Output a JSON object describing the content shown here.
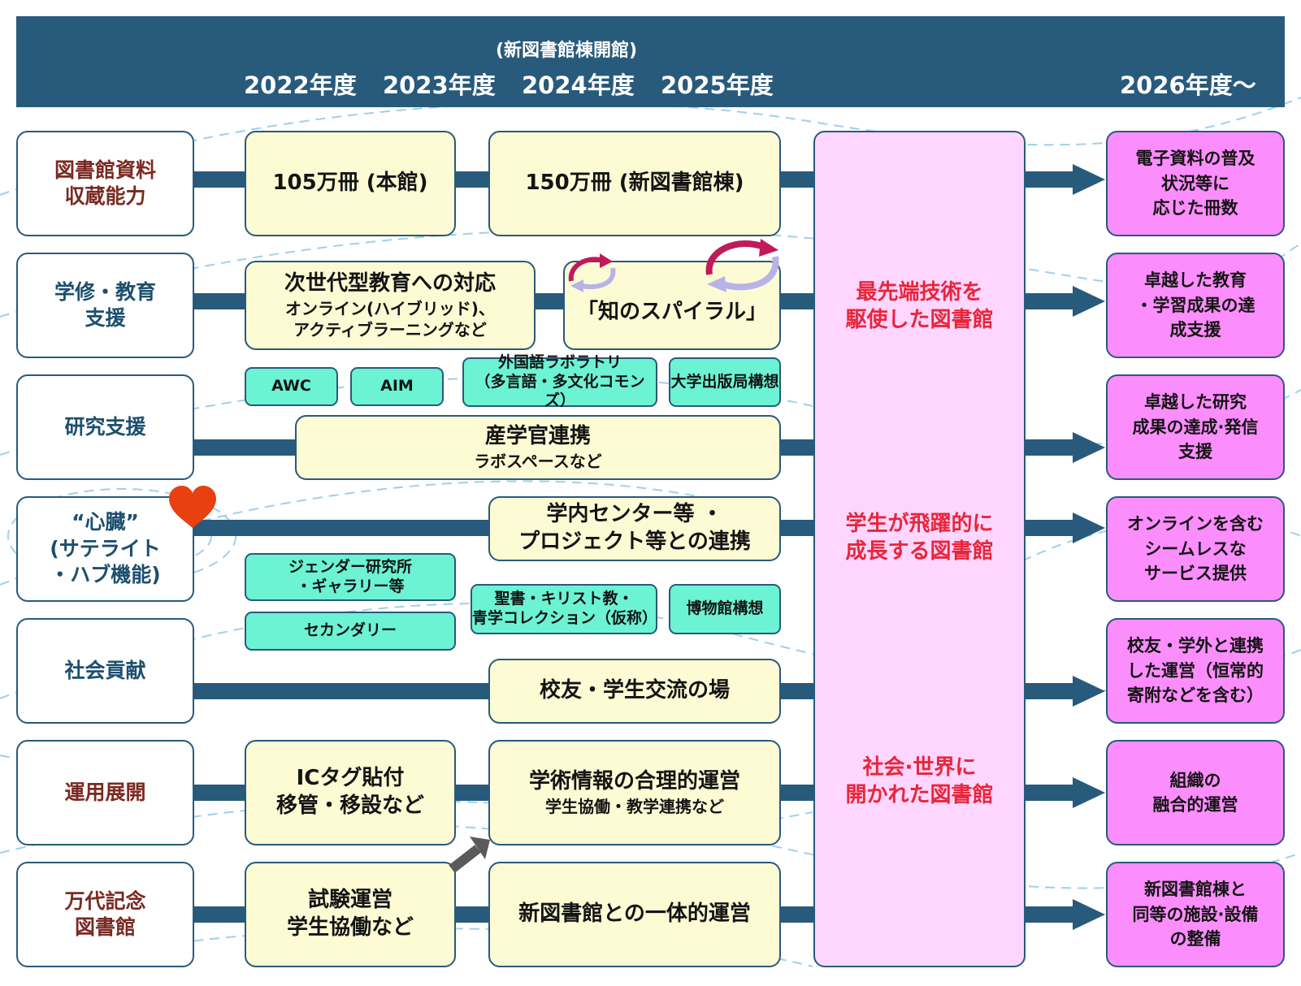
{
  "header": {
    "note": "(新図書館棟開館)",
    "years": [
      "2022年度",
      "2023年度",
      "2024年度",
      "2025年度",
      "2026年度〜"
    ]
  },
  "categories": [
    {
      "line1": "図書館資料",
      "line2": "収蔵能力"
    },
    {
      "line1": "学修・教育",
      "line2": "支援"
    },
    {
      "line1": "研究支援",
      "line2": ""
    },
    {
      "line1": "“心臓”",
      "line2": "(サテライト",
      "line3": "・ハブ機能)"
    },
    {
      "line1": "社会貢献",
      "line2": ""
    },
    {
      "line1": "運用展開",
      "line2": ""
    },
    {
      "line1": "万代記念",
      "line2": "図書館"
    }
  ],
  "initiatives": {
    "holdings_main": "105万冊 (本館)",
    "holdings_new": "150万冊 (新図書館棟)",
    "next_edu_title": "次世代型教育への対応",
    "next_edu_sub1": "オンライン(ハイブリッド)、",
    "next_edu_sub2": "アクティブラーニングなど",
    "spiral": "「知のスパイラル」",
    "awc": "AWC",
    "aim": "AIM",
    "lang_lab_1": "外国語ラボラトリ",
    "lang_lab_2": "（多言語・多文化コモンズ）",
    "press": "大学出版局構想",
    "industry_title": "産学官連携",
    "industry_sub": "ラボスペースなど",
    "center_1": "学内センター等 ・",
    "center_2": "プロジェクト等との連携",
    "gender_1": "ジェンダー研究所",
    "gender_2": "・ギャラリー等",
    "secondary": "セカンダリー",
    "bible_1": "聖書・キリスト教・",
    "bible_2": "青学コレクション（仮称）",
    "museum": "博物館構想",
    "alumni": "校友・学生交流の場",
    "ic_1": "ICタグ貼付",
    "ic_2": "移管・移設など",
    "rational_title": "学術情報の合理的運営",
    "rational_sub": "学生協働・教学連携など",
    "trial_1": "試験運営",
    "trial_2": "学生協働など",
    "integrated": "新図書館との一体的運営"
  },
  "goals": {
    "g1_1": "最先端技術を",
    "g1_2": "駆使した図書館",
    "g2_1": "学生が飛躍的に",
    "g2_2": "成長する図書館",
    "g3_1": "社会·世界に",
    "g3_2": "開かれた図書館"
  },
  "outcomes": [
    [
      "電子資料の普及",
      "状況等に",
      "応じた冊数"
    ],
    [
      "卓越した教育",
      "・学習成果の達",
      "成支援"
    ],
    [
      "卓越した研究",
      "成果の達成·発信",
      "支援"
    ],
    [
      "オンラインを含む",
      "シームレスな",
      "サービス提供"
    ],
    [
      "校友・学外と連携",
      "した運営（恒常的",
      "寄附などを含む）"
    ],
    [
      "組織の",
      "融合的運営"
    ],
    [
      "新図書館棟と",
      "同等の施設·設備",
      "の整備"
    ]
  ],
  "colors": {
    "navy": "#285a7c",
    "yellow_box": "#fdfbd4",
    "teal_box": "#6cf3d4",
    "goal_column": "#ffd6ff",
    "outcome_box": "#fc8dfc",
    "goal_text": "#e8263a",
    "heart": "#e84010"
  },
  "icons": [
    "heart-icon",
    "spiral-arrow-icon",
    "diagonal-arrow-icon",
    "right-arrow-icon"
  ]
}
